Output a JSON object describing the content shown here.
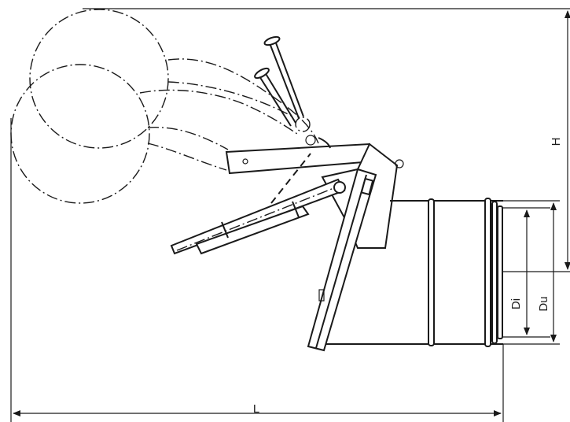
{
  "labels": {
    "height": "H",
    "length": "L",
    "inner_diameter": "Di",
    "outer_diameter": "Du"
  }
}
